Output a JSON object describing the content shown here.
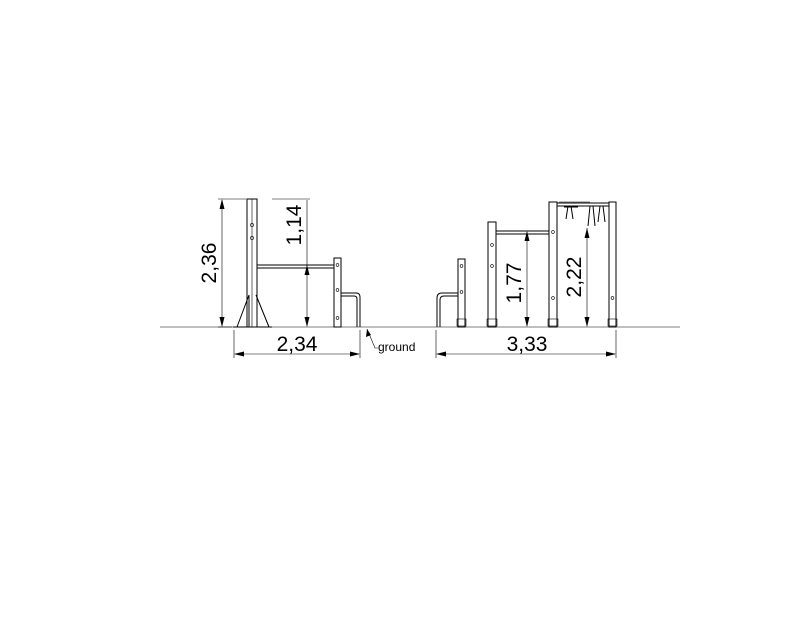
{
  "dimensions": {
    "left_width": "2,34",
    "left_height_total": "2,36",
    "left_height_bar": "1,14",
    "right_width": "3,33",
    "right_height_bar": "1,77",
    "right_height_total": "2,22"
  },
  "labels": {
    "ground": "ground"
  }
}
